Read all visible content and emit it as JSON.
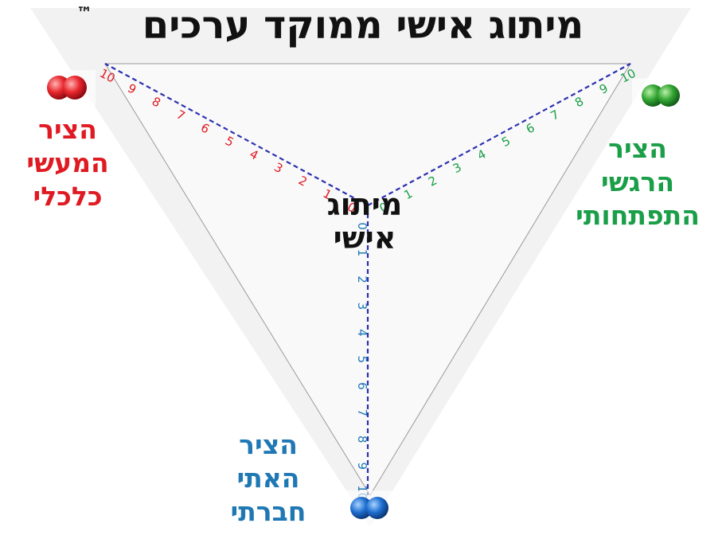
{
  "title": "מיתוג אישי ממוקד ערכים",
  "trademark": "™",
  "center": {
    "line1": "מיתוג",
    "line2": "אישי"
  },
  "axes": {
    "red": {
      "lines": [
        "הציר",
        "המעשי",
        "כלכלי"
      ],
      "color": "#e01a22",
      "ticks": [
        "0",
        "1",
        "2",
        "3",
        "4",
        "5",
        "6",
        "7",
        "8",
        "9",
        "10"
      ]
    },
    "green": {
      "lines": [
        "הציר",
        "הרגשי",
        "התפתחותי"
      ],
      "color": "#1a9e48",
      "ticks": [
        "0",
        "1",
        "2",
        "3",
        "4",
        "5",
        "6",
        "7",
        "8",
        "9",
        "10"
      ]
    },
    "blue": {
      "lines": [
        "הציר",
        "האתי",
        "חברתי"
      ],
      "color": "#1f78b4",
      "ticks": [
        "0",
        "1",
        "2",
        "3",
        "4",
        "5",
        "6",
        "7",
        "8",
        "9",
        "10"
      ]
    }
  },
  "colors": {
    "axis_line": "#2b2fb0",
    "triangle_fill": "#efefef"
  },
  "icons": {
    "red": "red-spheres-icon",
    "green": "green-spheres-icon",
    "blue": "blue-spheres-icon"
  }
}
